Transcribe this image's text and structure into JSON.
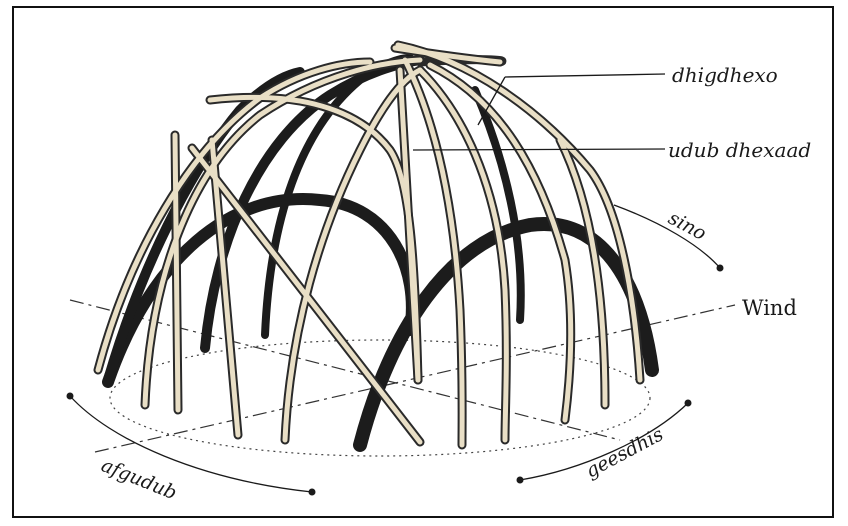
{
  "colors": {
    "dark_pole": "#1c1c1c",
    "light_pole_fill": "#e9dfc6",
    "light_pole_edge": "#2a2a2a",
    "ink": "#1a1a1a"
  },
  "labels": {
    "dhigdhexo": "dhigdhexo",
    "udub_dhexaad": "udub dhexaad",
    "sino": "sino",
    "wind": "Wind",
    "afgudub": "afgudub",
    "geesdhis": "geesdhis"
  }
}
